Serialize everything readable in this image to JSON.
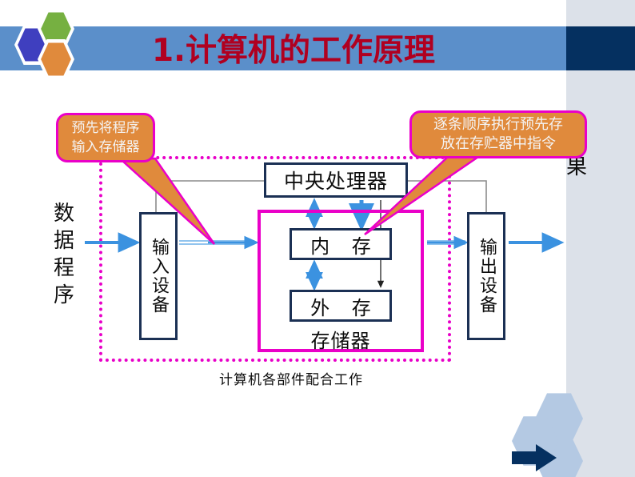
{
  "slide": {
    "title": "1.计算机的工作原理",
    "title_color": "#b00020",
    "band_color": "#5b8fca",
    "navy_color": "#053060",
    "strip_color": "#dce1e9"
  },
  "decor": {
    "hex_blue": "#3f3fbf",
    "hex_green": "#76b041",
    "hex_orange": "#e08a3c",
    "hex_pale": "#b4c9e3",
    "arrow_navy": "#053060"
  },
  "callouts": {
    "left": {
      "line1": "预先将程序",
      "line2": "输入存储器",
      "fill": "#e08a3c",
      "border": "#ea00c8"
    },
    "right": {
      "line1": "逐条顺序执行预先存",
      "line2": "放在存贮器中指令",
      "fill": "#e08a3c",
      "border": "#ea00c8"
    }
  },
  "diagram": {
    "cpu": "中央处理器",
    "input_device": "输入设备",
    "output_device": "输出设备",
    "ram": "内 存",
    "rom": "外 存",
    "storage": "存储器",
    "input_label": "数据程序",
    "output_label": "结果",
    "caption": "计算机各部件配合工作",
    "frame_color": "#e800c8",
    "box_color": "#1b3054",
    "arrow_color": "#3b92e0"
  }
}
